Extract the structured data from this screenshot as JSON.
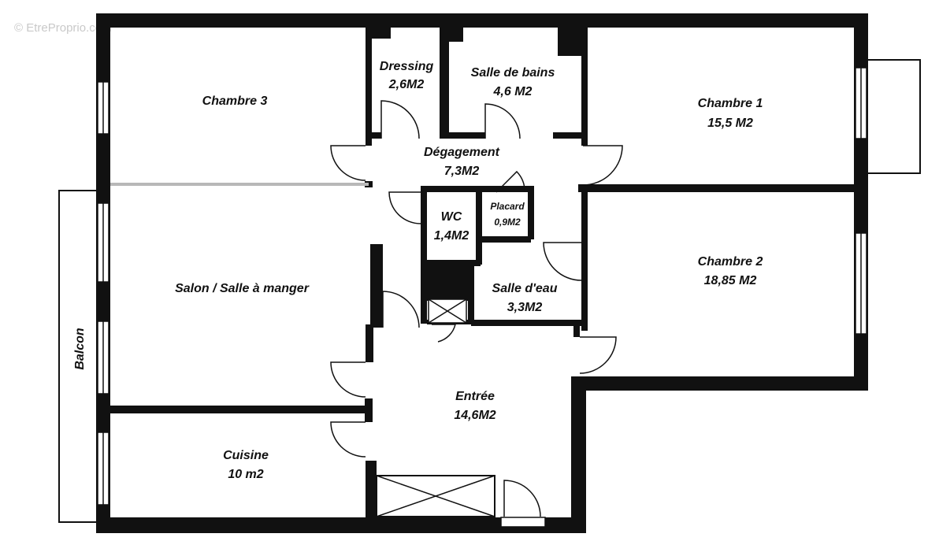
{
  "watermark": "© EtreProprio.com",
  "colors": {
    "wall": "#111111",
    "window_line": "#111111",
    "partition_gray": "#b8b8b8",
    "muted_label": "#8a8a8a",
    "label": "#111111"
  },
  "rooms": {
    "chambre3": {
      "name": "Chambre 3",
      "area": ""
    },
    "dressing": {
      "name": "Dressing",
      "area": "2,6M2"
    },
    "salle_de_bains": {
      "name": "Salle de bains",
      "area": "4,6 M2"
    },
    "chambre1": {
      "name": "Chambre 1",
      "area": "15,5 M2"
    },
    "degagement": {
      "name": "Dégagement",
      "area": "7,3M2"
    },
    "wc": {
      "name": "WC",
      "area": "1,4M2"
    },
    "placard": {
      "name": "Placard",
      "area": "0,9M2"
    },
    "chambre2": {
      "name": "Chambre 2",
      "area": "18,85 M2"
    },
    "salon": {
      "name": "Salon / Salle à manger",
      "area": ""
    },
    "salle_deau": {
      "name": "Salle d'eau",
      "area": "3,3M2"
    },
    "balcon": {
      "name": "Balcon",
      "area": ""
    },
    "entree": {
      "name": "Entrée",
      "area": "14,6M2"
    },
    "cuisine": {
      "name": "Cuisine",
      "area": "10 m2"
    }
  }
}
